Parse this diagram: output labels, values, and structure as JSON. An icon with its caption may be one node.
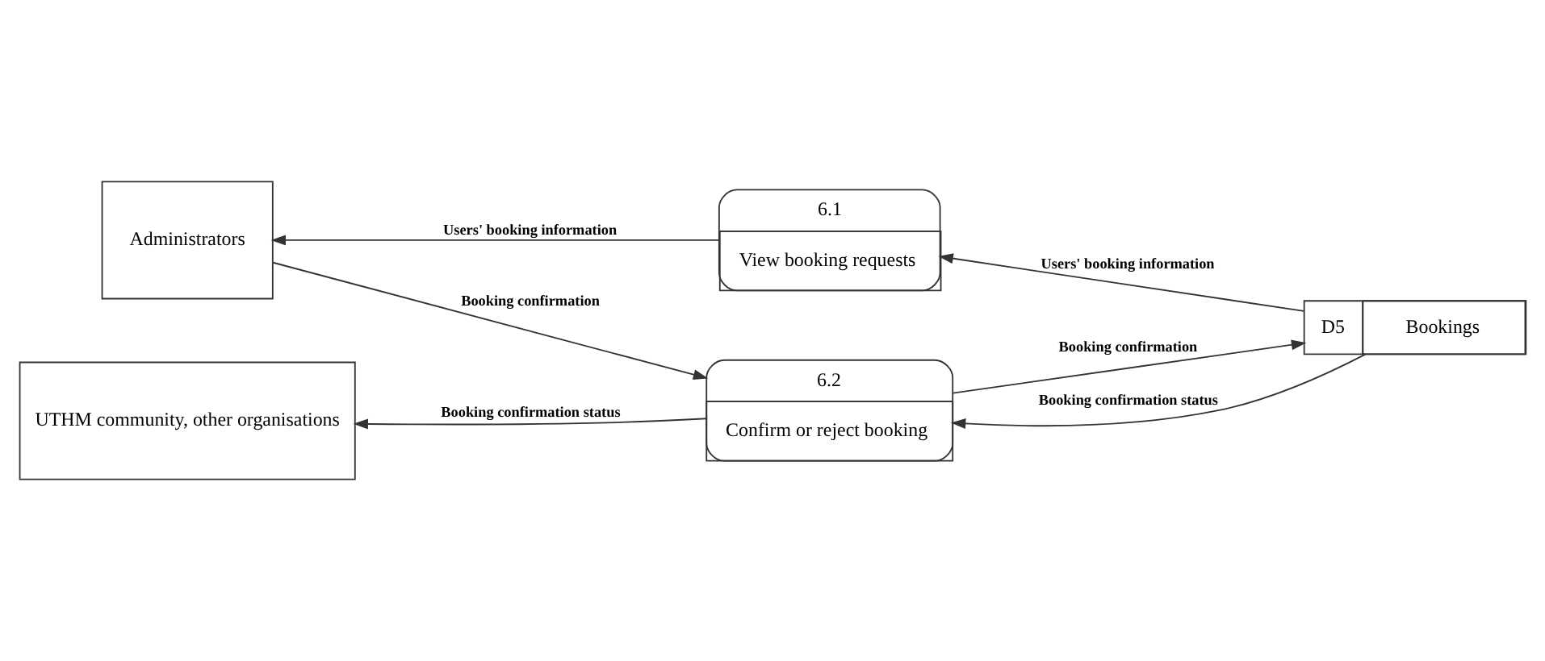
{
  "diagram": {
    "nodes": [
      {
        "text": [
          "Administrators"
        ]
      },
      {
        "text": [
          "6.1",
          "View booking requests"
        ]
      },
      {
        "text": [
          "UTHM community, other organisations"
        ]
      },
      {
        "text": [
          "6.2",
          "Confirm or reject booking"
        ]
      },
      {
        "text": [
          "D5",
          "Bookings"
        ]
      }
    ],
    "edges": [
      {
        "from": 1,
        "to": 0,
        "arrow": "to",
        "label": "Users' booking information"
      },
      {
        "from": 4,
        "to": 1,
        "arrow": "to",
        "label": "Users' booking information"
      },
      {
        "from": 0,
        "to": 3,
        "arrow": "to",
        "label": "Booking confirmation"
      },
      {
        "from": 3,
        "to": 2,
        "arrow": "to",
        "label": "Booking confirmation status"
      },
      {
        "from": 3,
        "to": 4,
        "arrow": "to",
        "label": "Booking confirmation"
      },
      {
        "from": 4,
        "to": 3,
        "arrow": "to",
        "label": "Booking confirmation status"
      }
    ]
  }
}
